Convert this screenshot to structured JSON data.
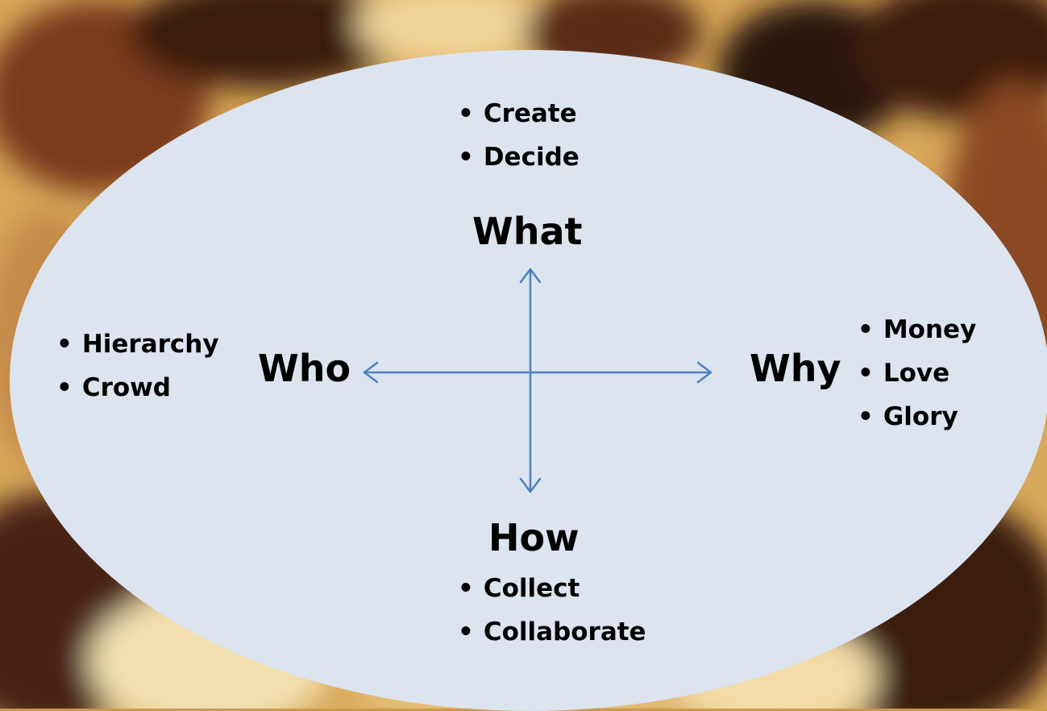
{
  "diagram": {
    "what": {
      "label": "What",
      "items": [
        "Create",
        "Decide"
      ]
    },
    "who": {
      "label": "Who",
      "items": [
        "Hierarchy",
        "Crowd"
      ]
    },
    "why": {
      "label": "Why",
      "items": [
        "Money",
        "Love",
        "Glory"
      ]
    },
    "how": {
      "label": "How",
      "items": [
        "Collect",
        "Collaborate"
      ]
    }
  },
  "colors": {
    "ellipse_fill": "#dce4f0",
    "arrow": "#4f81bd",
    "text": "#000000"
  }
}
